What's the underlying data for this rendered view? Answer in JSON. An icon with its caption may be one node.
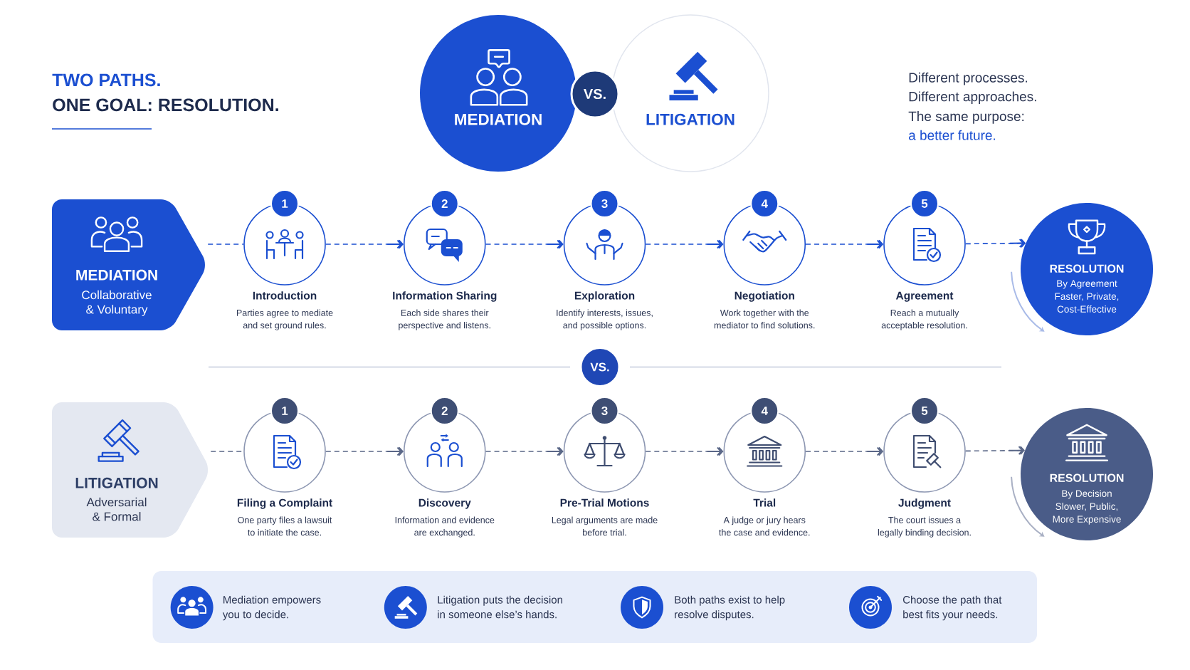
{
  "diagram": {
    "title": "TWO PATHS.",
    "nodes": [
      {
        "text": [
          "MEDIATION"
        ]
      },
      {
        "text": [
          "VS."
        ]
      },
      {
        "text": [
          "LITIGATION"
        ]
      },
      {
        "text": [
          "MEDIATION",
          "Collaborative & Voluntary"
        ]
      },
      {
        "text": [
          "1"
        ]
      },
      {
        "text": [
          "Introduction",
          "Parties agree to mediate and set ground rules."
        ]
      },
      {
        "text": [
          "2"
        ]
      },
      {
        "text": [
          "Information Sharing",
          "Each side shares their perspective and listens."
        ]
      },
      {
        "text": [
          "3"
        ]
      },
      {
        "text": [
          "Exploration",
          "Identify interests, issues, and possible options."
        ]
      },
      {
        "text": [
          "4"
        ]
      },
      {
        "text": [
          "Negotiation",
          "Work together with the mediator to find solutions."
        ]
      },
      {
        "text": [
          "5"
        ]
      },
      {
        "text": [
          "Agreement",
          "Reach a mutually acceptable resolution."
        ]
      },
      {
        "text": [
          "RESOLUTION",
          "By Agreement",
          "Faster, Private, Cost-Effective"
        ]
      },
      {
        "text": [
          "VS."
        ]
      },
      {
        "text": [
          "LITIGATION",
          "Adversarial & Formal"
        ]
      },
      {
        "text": [
          "1"
        ]
      },
      {
        "text": [
          "Filing a Complaint",
          "One party files a lawsuit to initiate the case."
        ]
      },
      {
        "text": [
          "2"
        ]
      },
      {
        "text": [
          "Discovery",
          "Information and evidence are exchanged."
        ]
      },
      {
        "text": [
          "3"
        ]
      },
      {
        "text": [
          "Pre-Trial Motions",
          "Legal arguments are made before trial."
        ]
      },
      {
        "text": [
          "4"
        ]
      },
      {
        "text": [
          "Trial",
          "A judge or jury hears the case and evidence."
        ]
      },
      {
        "text": [
          "5"
        ]
      },
      {
        "text": [
          "Judgment",
          "The court issues a legally binding decision."
        ]
      },
      {
        "text": [
          "RESOLUTION",
          "By Decision",
          "Slower, Public, More Expensive"
        ]
      },
      {
        "text": [
          "Mediation empowers you to decide.",
          "Litigation puts the decision in someone else’s hands.",
          "Both paths exist to help resolve disputes.",
          "Choose the path that best fits your needs."
        ]
      }
    ],
    "edges": [
      {
        "from": 3,
        "to": 5,
        "arrow": "none",
        "style": "dashed",
        "color": "#1b4fd1"
      },
      {
        "from": 5,
        "to": 7,
        "arrow": "to",
        "style": "dashed",
        "color": "#1b4fd1"
      },
      {
        "from": 7,
        "to": 9,
        "arrow": "to",
        "style": "dashed",
        "color": "#1b4fd1"
      },
      {
        "from": 9,
        "to": 11,
        "arrow": "to",
        "style": "dashed",
        "color": "#1b4fd1"
      },
      {
        "from": 11,
        "to": 13,
        "arrow": "to",
        "style": "dashed",
        "color": "#1b4fd1"
      },
      {
        "from": 13,
        "to": 14,
        "arrow": "to",
        "style": "dashed",
        "color": "#1b4fd1"
      },
      {
        "from": 16,
        "to": 18,
        "arrow": "none",
        "style": "dashed",
        "color": "#5a6787"
      },
      {
        "from": 18,
        "to": 20,
        "arrow": "to",
        "style": "dashed",
        "color": "#5a6787"
      },
      {
        "from": 20,
        "to": 22,
        "arrow": "to",
        "style": "dashed",
        "color": "#5a6787"
      },
      {
        "from": 22,
        "to": 24,
        "arrow": "to",
        "style": "dashed",
        "color": "#5a6787"
      },
      {
        "from": 24,
        "to": 26,
        "arrow": "to",
        "style": "dashed",
        "color": "#5a6787"
      },
      {
        "from": 26,
        "to": 27,
        "arrow": "to",
        "style": "dashed",
        "color": "#5a6787"
      }
    ],
    "labels": [
      "ONE GOAL: RESOLUTION.",
      "Different processes.",
      "Different approaches.",
      "The same purpose:",
      "a better future."
    ]
  }
}
